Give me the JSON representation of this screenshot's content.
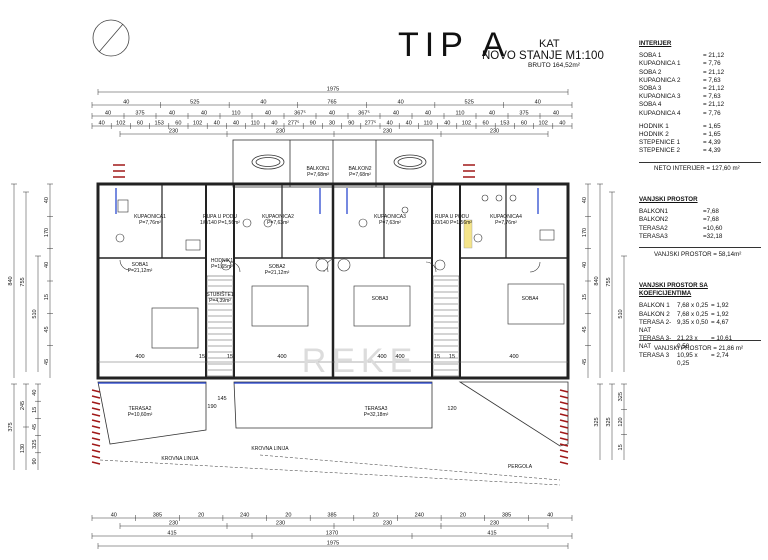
{
  "header": {
    "title": "TIP A",
    "floor": "KAT",
    "state": "NOVO STANJE M1:100",
    "gross": "BRUTO 164,52m²"
  },
  "interior": {
    "heading": "INTERIJER",
    "rows": [
      {
        "name": "SOBA 1",
        "value": "= 21,12"
      },
      {
        "name": "KUPAONICA 1",
        "value": "= 7,76"
      },
      {
        "name": "SOBA 2",
        "value": "= 21,12"
      },
      {
        "name": "KUPAONICA 2",
        "value": "= 7,63"
      },
      {
        "name": "SOBA 3",
        "value": "= 21,12"
      },
      {
        "name": "KUPAONICA 3",
        "value": "= 7,63"
      },
      {
        "name": "SOBA 4",
        "value": "= 21,12"
      },
      {
        "name": "KUPAONICA 4",
        "value": "= 7,76"
      }
    ],
    "rows2": [
      {
        "name": "HODNIK 1",
        "value": "= 1,65"
      },
      {
        "name": "HODNIK 2",
        "value": "= 1,65"
      },
      {
        "name": "STEPENICE 1",
        "value": "= 4,39"
      },
      {
        "name": "STEPENICE 2",
        "value": "= 4,39"
      }
    ],
    "total": "NETO INTERIJER      = 127,60 m²"
  },
  "outdoor": {
    "heading": "VANJSKI PROSTOR",
    "rows": [
      {
        "name": "BALKON1",
        "value": "=7,68"
      },
      {
        "name": "BALKON2",
        "value": "=7,68"
      },
      {
        "name": "TERASA2",
        "value": "=10,60"
      },
      {
        "name": "TERASA3",
        "value": "=32,18"
      }
    ],
    "total": "VANJSKI PROSTOR      = 58,14m²"
  },
  "coef": {
    "heading": "VANJSKI PROSTOR SA KOEFICIJENTIMA",
    "rows": [
      {
        "name": "BALKON 1",
        "calc": "7,68  x 0,25",
        "value": "= 1,92"
      },
      {
        "name": "BALKON 2",
        "calc": "7,68  x 0,25",
        "value": "= 1,92"
      },
      {
        "name": "TERASA 2-NAT",
        "calc": "9,35  x 0,50",
        "value": "= 4,67"
      },
      {
        "name": "TERASA 3-NAT",
        "calc": "21,23 x 0,50",
        "value": "= 10,61"
      },
      {
        "name": "TERASA 3",
        "calc": "10,95 x 0,25",
        "value": "= 2,74"
      }
    ],
    "total": "VANJSKI PROSTOR      = 21,86 m²"
  },
  "dims": {
    "top1": [
      "1975"
    ],
    "top2": [
      "40",
      "525",
      "40",
      "765",
      "40",
      "525",
      "40"
    ],
    "top3": [
      "40",
      "375",
      "40",
      "40",
      "110",
      "40",
      "367⁵",
      "40",
      "367⁵",
      "40",
      "40",
      "110",
      "40",
      "375",
      "40"
    ],
    "top4": [
      "40",
      "102",
      "60",
      "153",
      "60",
      "102",
      "40",
      "40",
      "110",
      "40",
      "277⁵",
      "90",
      "30",
      "90",
      "277⁵",
      "40",
      "40",
      "110",
      "40",
      "102",
      "60",
      "153",
      "60",
      "102",
      "40"
    ],
    "top5": [
      "230",
      "230",
      "230",
      "230"
    ],
    "bot1": [
      "40",
      "385",
      "20",
      "240",
      "20",
      "385",
      "20",
      "240",
      "20",
      "385",
      "40"
    ],
    "bot2": [
      "230",
      "230",
      "230",
      "230"
    ],
    "bot3": [
      "415",
      "1370",
      "415"
    ],
    "bot4": [
      "1975"
    ],
    "left": [
      "840",
      "755",
      "510",
      "40",
      "170",
      "40",
      "15",
      "45",
      "45",
      "375",
      "245",
      "130",
      "40",
      "15",
      "45",
      "325",
      "90"
    ],
    "right": [
      "840",
      "755",
      "510",
      "40",
      "170",
      "40",
      "15",
      "45",
      "45",
      "325",
      "325",
      "325",
      "120",
      "15"
    ],
    "inner": [
      "400",
      "15",
      "15",
      "400",
      "400",
      "15",
      "15",
      "400",
      "190",
      "145",
      "120",
      "400"
    ]
  },
  "rooms": [
    {
      "label": "KUPAONICA1",
      "area": "P=7,76m²"
    },
    {
      "label": "RUPA U PODU",
      "area": "1/0/140 P=1,56m²"
    },
    {
      "label": "KUPAONICA2",
      "area": "P=7,63m²"
    },
    {
      "label": "BALKON1",
      "area": "P=7,68m²"
    },
    {
      "label": "BALKON2",
      "area": "P=7,68m²"
    },
    {
      "label": "KUPAONICA3",
      "area": "P=7,63m²"
    },
    {
      "label": "RUPA U PODU",
      "area": "1/0/140 P=1,56m²"
    },
    {
      "label": "KUPAONICA4",
      "area": "P=7,76m²"
    },
    {
      "label": "SOBA1",
      "area": "P=21,12m²"
    },
    {
      "label": "HODNIK1",
      "area": "P=1,65m²"
    },
    {
      "label": "SOBA2",
      "area": "P=21,12m²"
    },
    {
      "label": "STUBIŠTE1",
      "area": "P=4,39m²"
    },
    {
      "label": "TERASA2",
      "area": "P=10,60m²"
    },
    {
      "label": "TERASA3",
      "area": "P=32,18m²"
    },
    {
      "label": "KROVNA LINIJA",
      "area": ""
    },
    {
      "label": "PERGOLA",
      "area": ""
    },
    {
      "label": "KROVNA LINIJA",
      "area": ""
    },
    {
      "label": "SOBA3",
      "area": ""
    },
    {
      "label": "SOBA4",
      "area": ""
    }
  ],
  "watermark": "REKE"
}
